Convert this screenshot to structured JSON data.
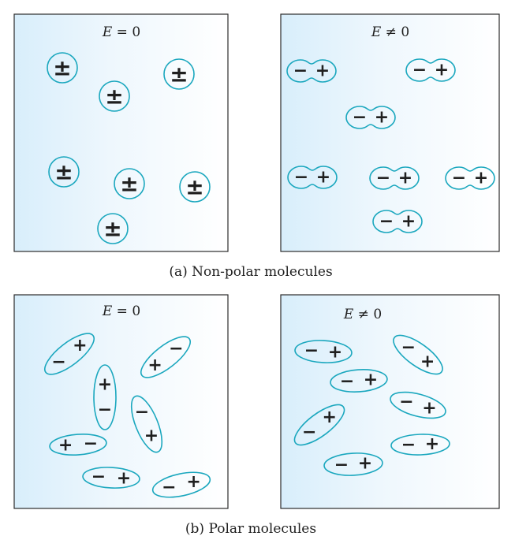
{
  "symbols": {
    "plus_minus": "±",
    "minus": "−",
    "plus": "+"
  },
  "labels": {
    "field_var": "E",
    "zero": " = 0",
    "nonzero": " ≠ 0"
  },
  "captions": {
    "nonpolar": "(a) Non-polar molecules",
    "polar": "(b) Polar molecules"
  },
  "colors": {
    "molecule_outline": "#1aa7be",
    "panel_gradient_start": "#d8eefb",
    "panel_gradient_end": "#ffffff",
    "text": "#1f1f1f"
  }
}
